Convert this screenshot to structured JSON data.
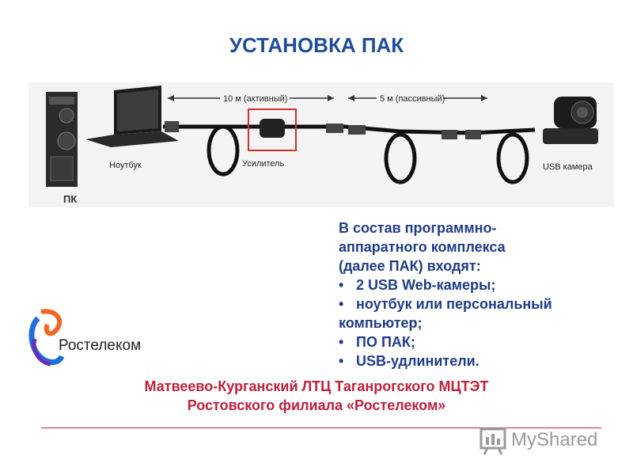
{
  "title": "УСТАНОВКА ПАК",
  "diagram": {
    "active_length": "10 м (активный)",
    "passive_length": "5 м (пассивный)",
    "pc_label": "ПК",
    "laptop_label": "Ноутбук",
    "amplifier_label": "Усилитель",
    "camera_label": "USB камера",
    "highlight_color": "#d32f2f"
  },
  "description": {
    "lines": [
      "В состав программно-",
      "аппаратного комплекса",
      "(далее ПАК) входят:"
    ],
    "bullets": [
      "2 USB Web-камеры;",
      "ноутбук или персональный компьютер;",
      "ПО ПАК;",
      "USB-удлинители."
    ],
    "bullet_symbol": "•"
  },
  "logo": {
    "text": "Ростелеком",
    "icon": "rostelecom-logo"
  },
  "org": {
    "line1": "Матвеево-Курганский  ЛТЦ Таганрогского  МЦТЭТ",
    "line2": "Ростовского филиала «Ростелеком»"
  },
  "watermark": {
    "text": "MyShared",
    "icon": "myshared-logo-icon"
  }
}
